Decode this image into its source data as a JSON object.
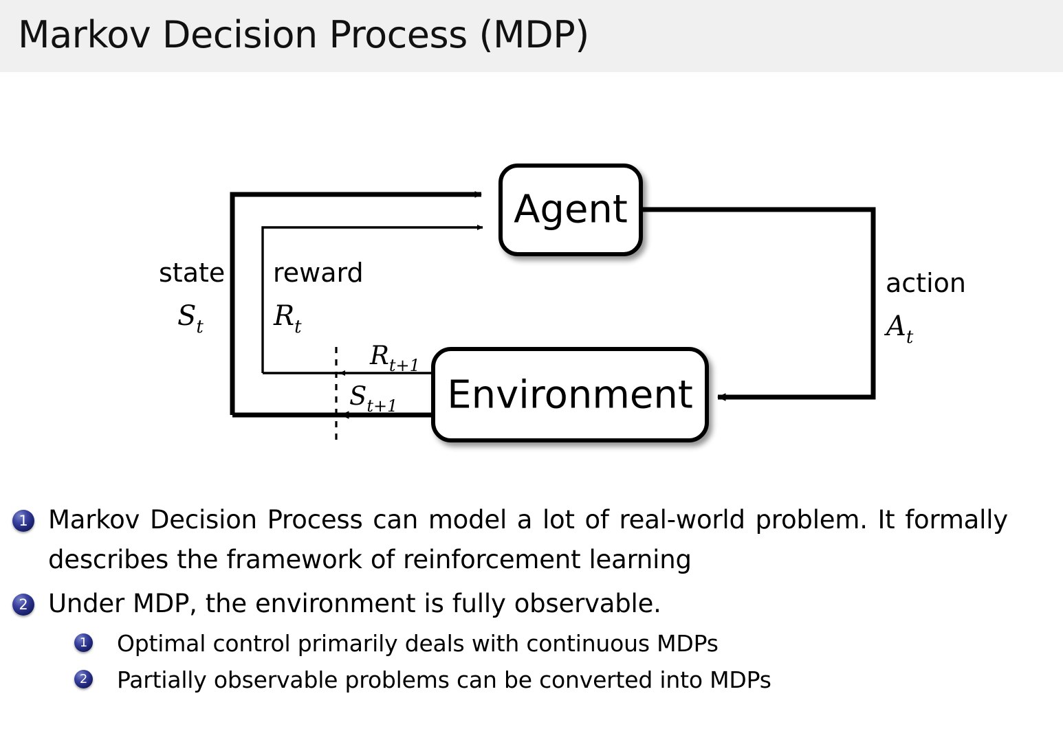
{
  "slide": {
    "title": "Markov Decision Process (MDP)",
    "header_bg": "#f0f0f0",
    "body_bg": "#ffffff",
    "bullet_color": "#232a7e"
  },
  "diagram": {
    "name": "agent-environment-interaction-loop",
    "boxes": [
      {
        "id": "agent",
        "label": "Agent"
      },
      {
        "id": "environment",
        "label": "Environment"
      }
    ],
    "labels": {
      "state_word": "state",
      "state_symbol_base": "S",
      "state_symbol_sub": "t",
      "reward_word": "reward",
      "reward_symbol_base": "R",
      "reward_symbol_sub": "t",
      "action_word": "action",
      "action_symbol_base": "A",
      "action_symbol_sub": "t",
      "reward_next_base": "R",
      "reward_next_sub": "t+1",
      "state_next_base": "S",
      "state_next_sub": "t+1"
    },
    "stroke_color": "#000000",
    "box_fill": "#ffffff"
  },
  "bullets": [
    {
      "number": "1",
      "text": "Markov Decision Process can model a lot of real-world problem. It formally describes the framework of reinforcement learning",
      "children": []
    },
    {
      "number": "2",
      "text": "Under MDP, the environment is fully observable.",
      "children": [
        {
          "number": "1",
          "text": "Optimal control primarily deals with continuous MDPs"
        },
        {
          "number": "2",
          "text": "Partially observable problems can be converted into MDPs"
        }
      ]
    }
  ]
}
